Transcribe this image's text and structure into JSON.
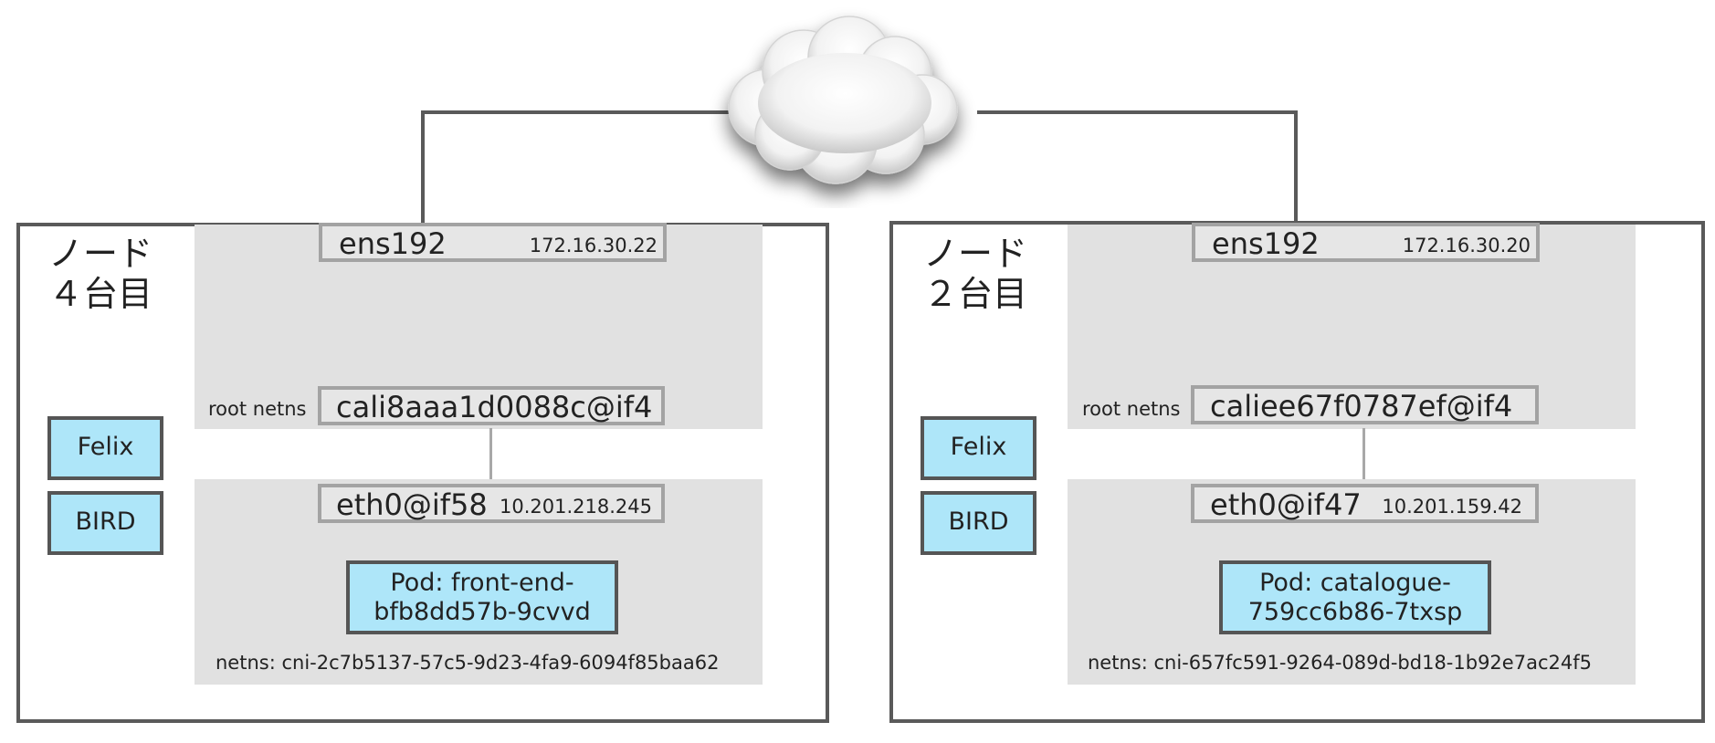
{
  "colors": {
    "node_border": "#5a5a5a",
    "netns_fill": "#e1e1e1",
    "interface_border": "#a3a3a3",
    "process_fill": "#aee6f9",
    "link_line": "#5a5a5a"
  },
  "cloud": {
    "icon": "cloud-icon"
  },
  "nodes": [
    {
      "title_line1": "ノード",
      "title_line2": "４台目",
      "processes": [
        "Felix",
        "BIRD"
      ],
      "root_netns": {
        "label": "root netns",
        "host_iface": {
          "name": "ens192",
          "ip": "172.16.30.22"
        },
        "veth": {
          "name": "cali8aaa1d0088c@if4"
        }
      },
      "pod_netns": {
        "iface": {
          "name": "eth0@if58",
          "ip": "10.201.218.245"
        },
        "pod_line1": "Pod: front-end-",
        "pod_line2": "bfb8dd57b-9cvvd",
        "netns_label": "netns: cni-2c7b5137-57c5-9d23-4fa9-6094f85baa62"
      }
    },
    {
      "title_line1": "ノード",
      "title_line2": "２台目",
      "processes": [
        "Felix",
        "BIRD"
      ],
      "root_netns": {
        "label": "root netns",
        "host_iface": {
          "name": "ens192",
          "ip": "172.16.30.20"
        },
        "veth": {
          "name": "caliee67f0787ef@if4"
        }
      },
      "pod_netns": {
        "iface": {
          "name": "eth0@if47",
          "ip": "10.201.159.42"
        },
        "pod_line1": "Pod: catalogue-",
        "pod_line2": "759cc6b86-7txsp",
        "netns_label": "netns: cni-657fc591-9264-089d-bd18-1b92e7ac24f5"
      }
    }
  ]
}
